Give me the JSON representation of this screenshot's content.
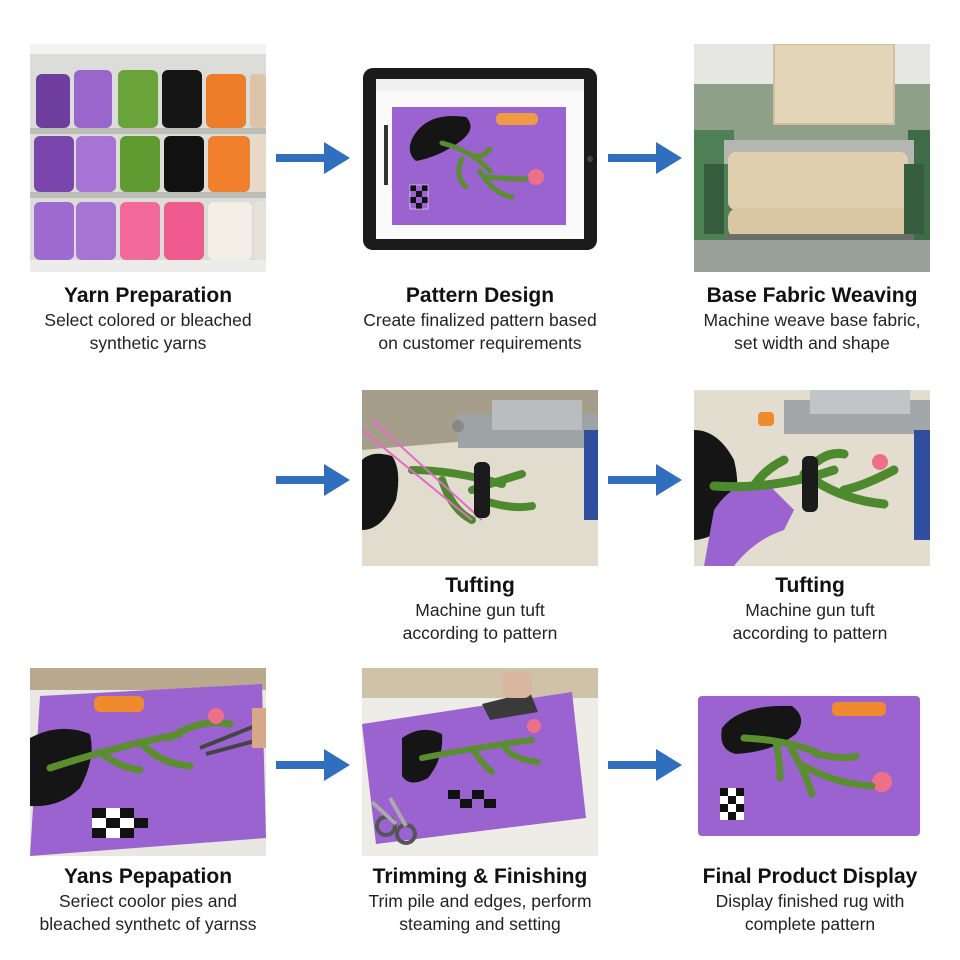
{
  "colors": {
    "arrow": "#2f6fbd",
    "rug_purple": "#9a63cf",
    "leaf_green": "#5a8e2e",
    "accent_pink": "#ee6f8a",
    "accent_orange": "#f08a2e"
  },
  "steps": [
    {
      "title": "Yarn Preparation",
      "desc1": "Select colored or bleached",
      "desc2": "synthetic yarns"
    },
    {
      "title": "Pattern Design",
      "desc1": "Create finalized pattern based",
      "desc2": "on customer requirements"
    },
    {
      "title": "Base Fabric Weaving",
      "desc1": "Machine weave base fabric,",
      "desc2": "set width and shape"
    },
    {
      "title": "Tufting",
      "desc1": "Machine gun tuft",
      "desc2": "according to pattern"
    },
    {
      "title": "Tufting",
      "desc1": "Machine gun tuft",
      "desc2": "according to pattern"
    },
    {
      "title": "Yans Pepapation",
      "desc1": "Seriect coolor pies and",
      "desc2": "bleached synthetc of yarnss"
    },
    {
      "title": "Trimming & Finishing",
      "desc1": "Trim pile and edges, perform",
      "desc2": "steaming and setting"
    },
    {
      "title": "Final Product Display",
      "desc1": "Display finished rug with",
      "desc2": "complete pattern"
    }
  ]
}
